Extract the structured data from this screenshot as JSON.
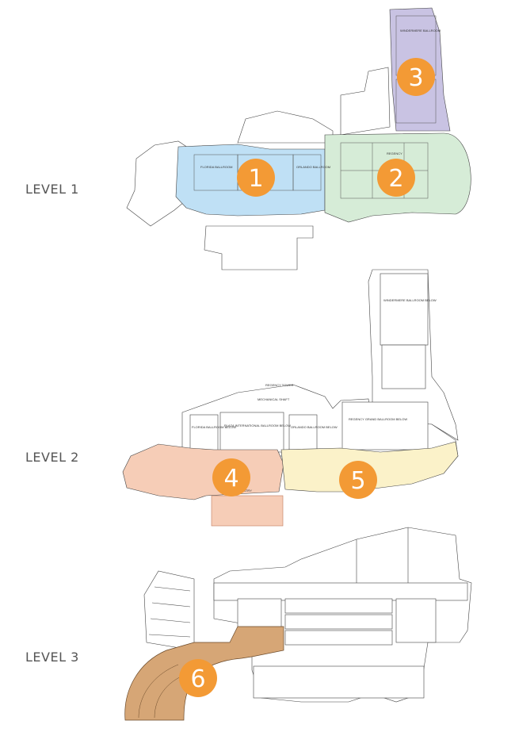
{
  "colors": {
    "accent_badge": "#f39a35",
    "zone1": "#bfe0f5",
    "zone2": "#d6ecd7",
    "zone3": "#c9c3e3",
    "zone4": "#f6cdb7",
    "zone5": "#fbf2c9",
    "zone6": "#d6a676",
    "outline": "#333333"
  },
  "levels": [
    {
      "label": "LEVEL 1",
      "badges": [
        "1",
        "2",
        "3"
      ]
    },
    {
      "label": "LEVEL 2",
      "badges": [
        "4",
        "5"
      ]
    },
    {
      "label": "LEVEL 3",
      "badges": [
        "6"
      ]
    }
  ],
  "rooms": {
    "l1_florida": "FLORIDA BALLROOM",
    "l1_orlando": "ORLANDO BALLROOM",
    "l1_regency": "REGENCY",
    "l1_windermere": "WINDERMERE BALLROOM",
    "l2_windermere_below": "WINDERMERE BALLROOM BELOW",
    "l2_florida_below": "FLORIDA BALLROOM BELOW",
    "l2_plaza_below": "PLAZA INTERNATIONAL BALLROOM BELOW",
    "l2_orlando_below": "ORLANDO BALLROOM BELOW",
    "l2_regency_below": "REGENCY GRAND BALLROOM BELOW",
    "l2_regency_tower": "REGENCY TOWER",
    "l2_mechanical": "MECHANICAL SHAFT",
    "l2_lobby": "LOBBY ENTRY"
  }
}
